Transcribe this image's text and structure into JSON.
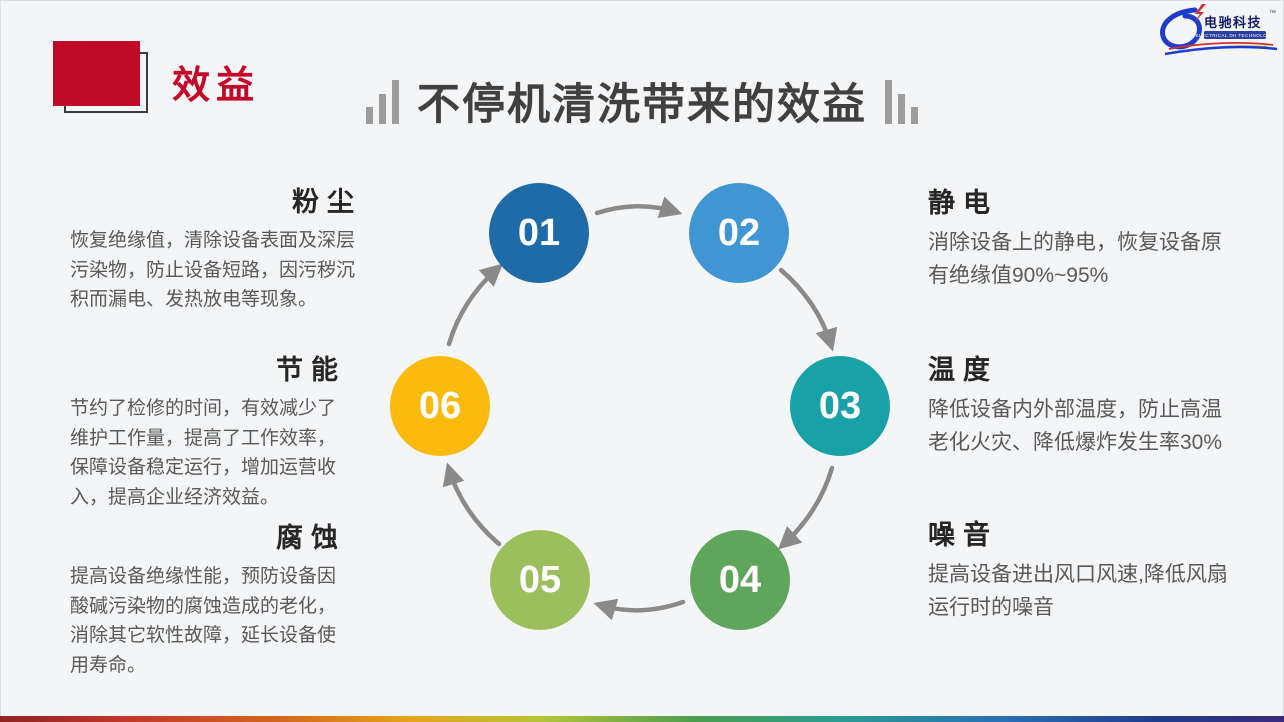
{
  "slide": {
    "badge_title": "效益",
    "main_title": "不停机清洗带来的效益",
    "logo": {
      "name": "电驰科技",
      "tm": "™",
      "tagline": "ELECTRICAL DH TECHNOLOGY"
    },
    "steps": [
      {
        "num": "01",
        "color": "#1e6ba8"
      },
      {
        "num": "02",
        "color": "#4096d3"
      },
      {
        "num": "03",
        "color": "#18a2a8"
      },
      {
        "num": "04",
        "color": "#5fa55c"
      },
      {
        "num": "05",
        "color": "#9cbf5d"
      },
      {
        "num": "06",
        "color": "#fbba0d"
      }
    ],
    "benefits_left": [
      {
        "title": "粉尘",
        "body": "恢复绝缘值，清除设备表面及深层污染物，防止设备短路，因污秽沉积而漏电、发热放电等现象。"
      },
      {
        "title": "节能",
        "body": "节约了检修的时间，有效减少了维护工作量，提高了工作效率，保障设备稳定运行，增加运营收入，提高企业经济效益。"
      },
      {
        "title": "腐蚀",
        "body": "提高设备绝缘性能，预防设备因酸碱污染物的腐蚀造成的老化，消除其它软性故障，延长设备使用寿命。"
      }
    ],
    "benefits_right": [
      {
        "title": "静电",
        "body": "消除设备上的静电，恢复设备原有绝缘值90%~95%"
      },
      {
        "title": "温度",
        "body": "降低设备内外部温度，防止高温老化火灾、降低爆炸发生率30%"
      },
      {
        "title": "噪音",
        "body": "提高设备进出风口风速,降低风扇运行时的噪音"
      }
    ],
    "colors": {
      "accent_red": "#bf0b28",
      "title_gray": "#404040",
      "arrow_gray": "#8a8a8a",
      "bar_gray": "#9c9c9c",
      "heading_text": "#262626",
      "body_text": "#595959",
      "logo_blue": "#1d3ccc",
      "logo_red": "#d32f2f",
      "logo_yellow": "#f3b229"
    }
  }
}
